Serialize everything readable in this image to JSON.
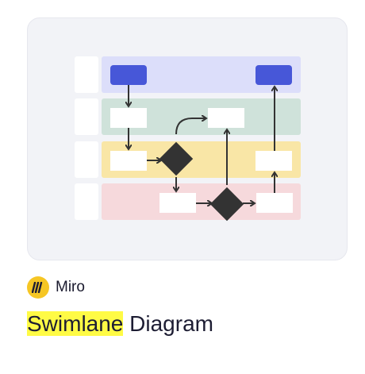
{
  "template": {
    "provider": "Miro",
    "title_highlight": "Swimlane",
    "title_rest": " Diagram"
  },
  "colors": {
    "card_bg": "#f2f3f7",
    "lane_blue": "#dcdefa",
    "lane_green": "#cfe2da",
    "lane_yellow": "#f9e6a6",
    "lane_pink": "#f6d9dc",
    "accent_blue": "#4757d8",
    "shape_dark": "#333333",
    "highlight": "#fffb45",
    "logo_yellow": "#f6c624"
  }
}
